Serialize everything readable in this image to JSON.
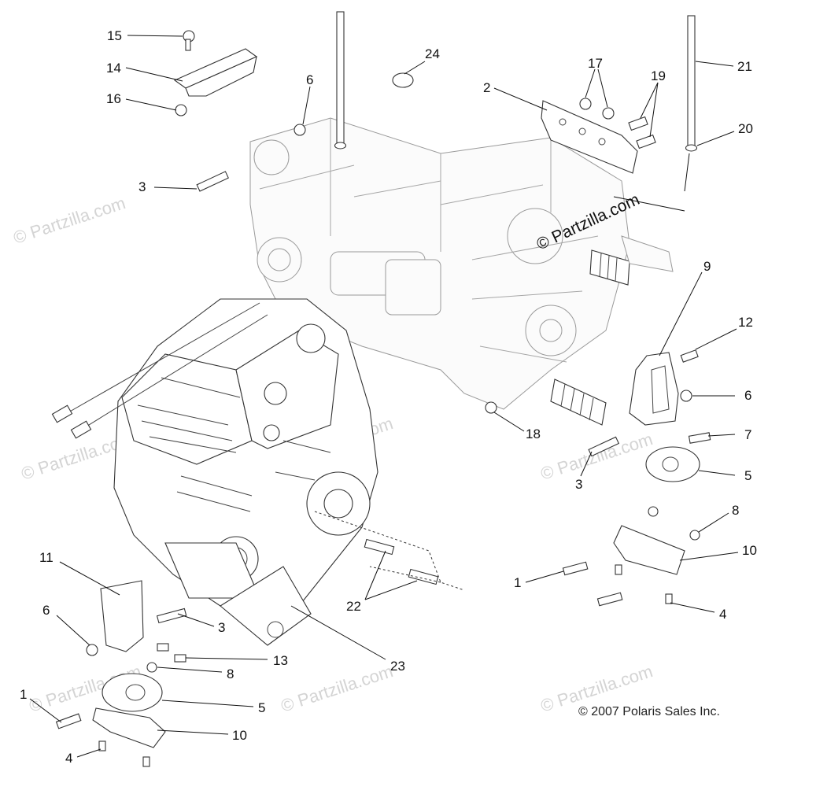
{
  "copyright": "© 2007 Polaris Sales Inc.",
  "site_watermark": "© Partzilla.com",
  "callouts": [
    {
      "id": "c15",
      "label": "15"
    },
    {
      "id": "c14",
      "label": "14"
    },
    {
      "id": "c16",
      "label": "16"
    },
    {
      "id": "c6a",
      "label": "6"
    },
    {
      "id": "c24",
      "label": "24"
    },
    {
      "id": "c2",
      "label": "2"
    },
    {
      "id": "c17",
      "label": "17"
    },
    {
      "id": "c19",
      "label": "19"
    },
    {
      "id": "c21",
      "label": "21"
    },
    {
      "id": "c20",
      "label": "20"
    },
    {
      "id": "c3a",
      "label": "3"
    },
    {
      "id": "c9",
      "label": "9"
    },
    {
      "id": "c12",
      "label": "12"
    },
    {
      "id": "c6b",
      "label": "6"
    },
    {
      "id": "c7",
      "label": "7"
    },
    {
      "id": "c18",
      "label": "18"
    },
    {
      "id": "c3b",
      "label": "3"
    },
    {
      "id": "c5a",
      "label": "5"
    },
    {
      "id": "c8a",
      "label": "8"
    },
    {
      "id": "c10a",
      "label": "10"
    },
    {
      "id": "c1a",
      "label": "1"
    },
    {
      "id": "c4a",
      "label": "4"
    },
    {
      "id": "c11",
      "label": "11"
    },
    {
      "id": "c6c",
      "label": "6"
    },
    {
      "id": "c3c",
      "label": "3"
    },
    {
      "id": "c13",
      "label": "13"
    },
    {
      "id": "c22",
      "label": "22"
    },
    {
      "id": "c23",
      "label": "23"
    },
    {
      "id": "c8b",
      "label": "8"
    },
    {
      "id": "c1b",
      "label": "1"
    },
    {
      "id": "c5b",
      "label": "5"
    },
    {
      "id": "c10b",
      "label": "10"
    },
    {
      "id": "c4b",
      "label": "4"
    }
  ]
}
